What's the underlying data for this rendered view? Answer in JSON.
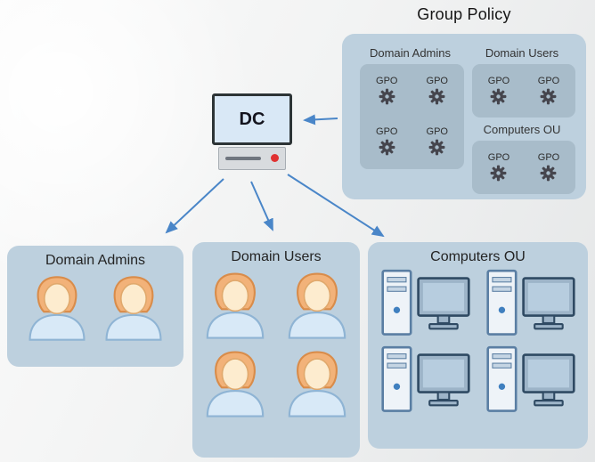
{
  "title": "Group Policy",
  "gpo_panel": {
    "sections": [
      {
        "label": "Domain Admins"
      },
      {
        "label": "Domain Users"
      },
      {
        "label": "Computers OU"
      }
    ],
    "gpo_label": "GPO"
  },
  "dc": {
    "label": "DC"
  },
  "ou_groups": [
    {
      "label": "Domain Admins",
      "member_icon": "user-icon",
      "member_count": 2
    },
    {
      "label": "Domain Users",
      "member_icon": "user-icon",
      "member_count": 4
    },
    {
      "label": "Computers OU",
      "member_icon": "computer-icon",
      "member_count": 4
    }
  ],
  "colors": {
    "panel": "#bdd0de",
    "gpo_box": "#a8bcca",
    "gear": "#45454d",
    "arrow": "#4a86c8",
    "dc_screen": "#d9e8f6",
    "dc_frame": "#2d3436",
    "red_dot": "#e03131"
  }
}
